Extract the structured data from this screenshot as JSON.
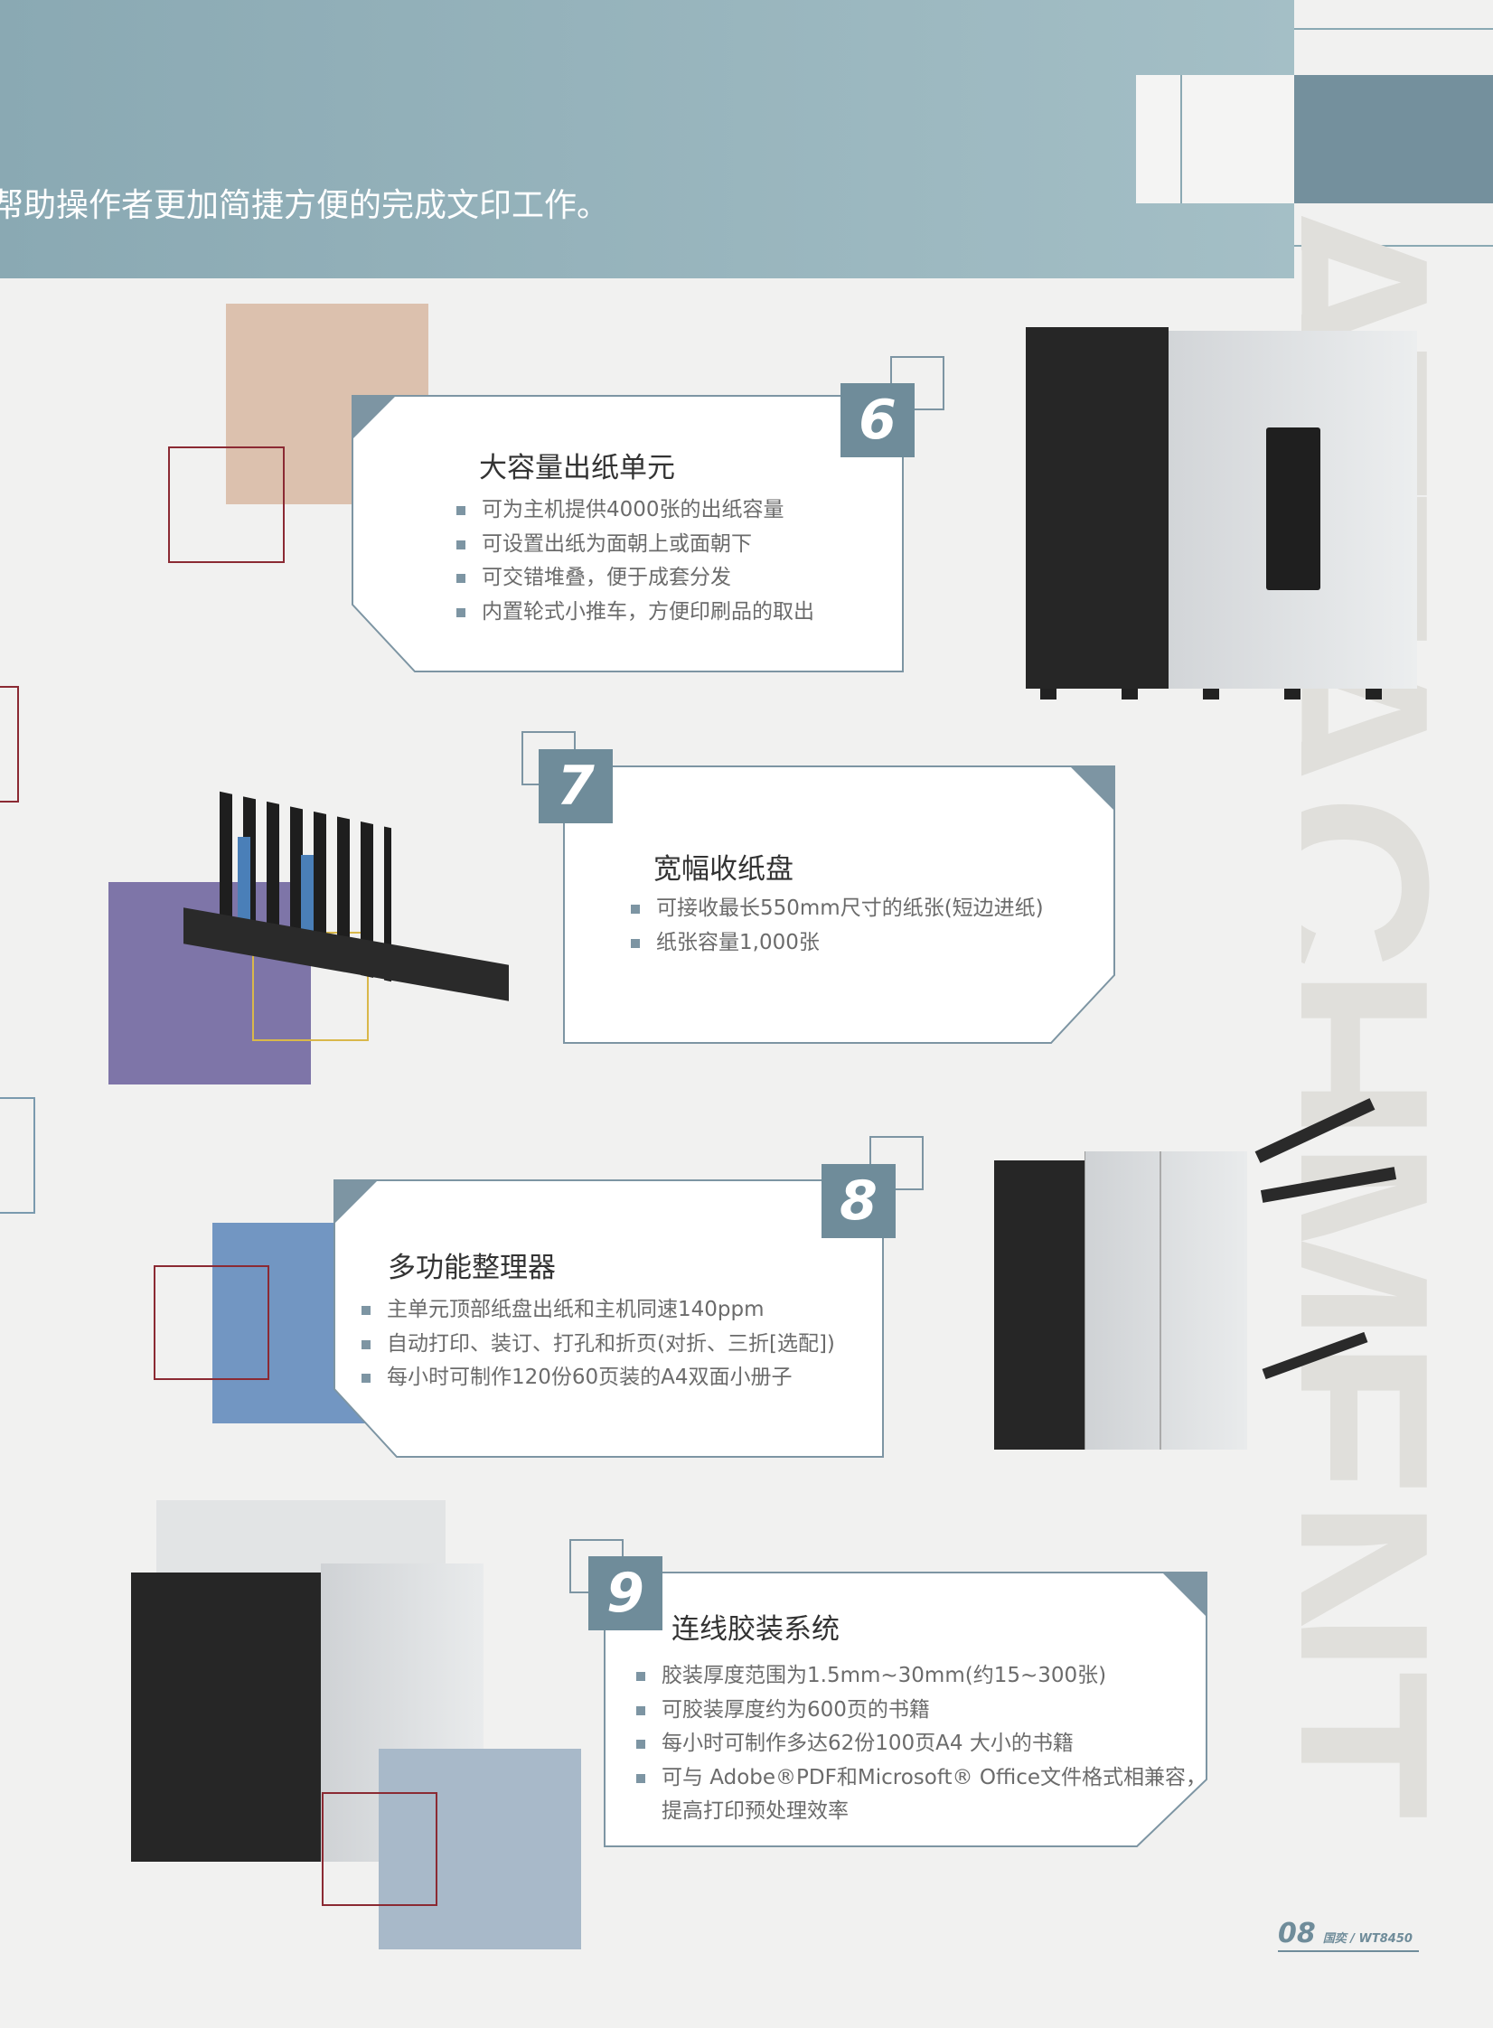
{
  "header": {
    "text": "帮助操作者更加简捷方便的完成文印工作。"
  },
  "watermark": "ATTACHMENT",
  "colors": {
    "accent": "#6f8c9a",
    "header": "#8eacb5",
    "beige": "#dcc1ae",
    "purple": "#7e75a8",
    "blue": "#7296c2",
    "greyblue": "#a8b9c9",
    "red": "#8b2a33",
    "yellow": "#d9b84a"
  },
  "features": [
    {
      "number": "6",
      "title": "大容量出纸单元",
      "bullets": [
        "可为主机提供4000张的出纸容量",
        "可设置出纸为面朝上或面朝下",
        "可交错堆叠，便于成套分发",
        "内置轮式小推车，方便印刷品的取出"
      ]
    },
    {
      "number": "7",
      "title": "宽幅收纸盘",
      "bullets": [
        "可接收最长550mm尺寸的纸张(短边进纸)",
        "纸张容量1,000张"
      ]
    },
    {
      "number": "8",
      "title": "多功能整理器",
      "bullets": [
        "主单元顶部纸盘出纸和主机同速140ppm",
        "自动打印、装订、打孔和折页(对折、三折[选配])",
        "每小时可制作120份60页装的A4双面小册子"
      ]
    },
    {
      "number": "9",
      "title": "连线胶装系统",
      "bullets": [
        "胶装厚度范围为1.5mm~30mm(约15~300张)",
        "可胶装厚度约为600页的书籍",
        "每小时可制作多达62份100页A4 大小的书籍",
        "可与 Adobe®PDF和Microsoft® Office文件格式相兼容，"
      ],
      "continuation": "提高打印预处理效率"
    }
  ],
  "footer": {
    "page": "08",
    "brand": "国奕 / WT8450"
  }
}
